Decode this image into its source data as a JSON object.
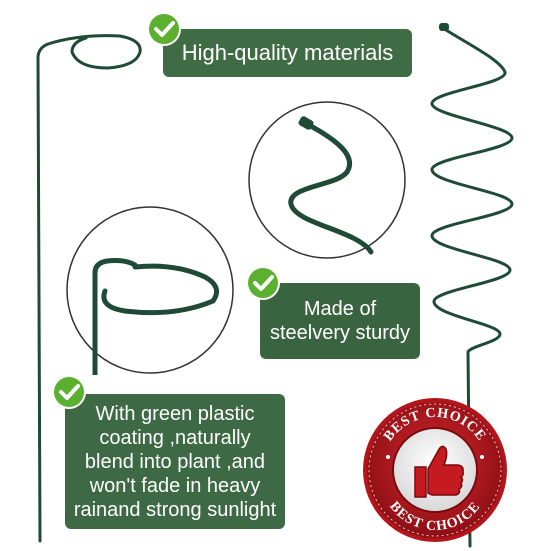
{
  "features": {
    "top_label": "High-quality materials",
    "mid_label_lines": [
      "Made of",
      "steelvery sturdy"
    ],
    "bottom_label_lines": [
      "With green plastic",
      "coating ,naturally",
      "blend into plant ,and",
      "won't fade in heavy",
      "rainand strong sunlight"
    ]
  },
  "badge": {
    "top_text": "BEST CHOICE",
    "bottom_text": "BEST CHOICE",
    "icon": "thumbs-up-icon"
  },
  "icons": {
    "check": "check-icon",
    "ring_stake": "ring-plant-stake",
    "spiral_stake": "spiral-plant-stake"
  },
  "colors": {
    "banner_green": "#3f6b45",
    "check_green": "#5cb030",
    "wire_green": "#1f4a36",
    "seal_red": "#b3151b"
  }
}
